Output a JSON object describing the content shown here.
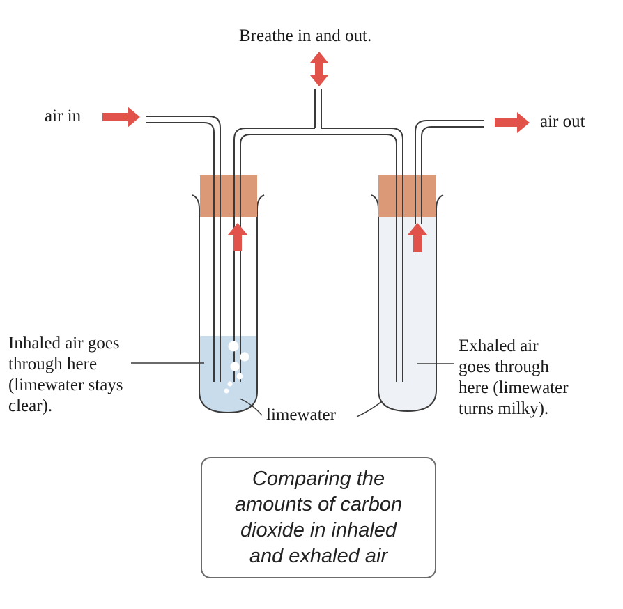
{
  "labels": {
    "breathe": "Breathe in and out.",
    "air_in": "air in",
    "air_out": "air out",
    "inhaled": [
      "Inhaled air goes",
      "through here",
      "(limewater stays",
      "clear)."
    ],
    "exhaled": [
      "Exhaled air",
      "goes through",
      "here (limewater",
      "turns milky)."
    ],
    "limewater": "limewater"
  },
  "caption": [
    "Comparing the",
    "amounts of carbon",
    "dioxide in inhaled",
    "and exhaled air"
  ],
  "colors": {
    "arrow": "#e0524a",
    "stopper": "#dc9978",
    "limewater_clear": "#c9dcec",
    "limewater_milky": "#eef1f5",
    "glass": "#3a3a3a"
  },
  "icons": [
    "double-arrow-icon",
    "arrow-right-icon",
    "arrow-up-icon"
  ]
}
